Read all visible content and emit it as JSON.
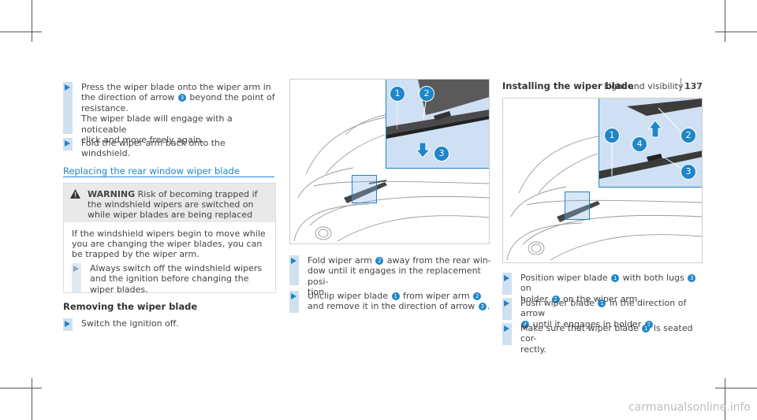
{
  "header": {
    "section": "Light and visibility",
    "page_number": "137"
  },
  "col1": {
    "step1": [
      "Press the wiper blade onto the wiper arm in",
      "the direction of arrow ",
      " beyond the point of",
      "resistance.",
      "The wiper blade will engage with a noticeable",
      "click and move freely again."
    ],
    "step1_num": "3",
    "step2": "Fold the wiper arm back onto the windshield.",
    "section_title": "Replacing the rear window wiper blade",
    "warning_label": "WARNING",
    "warning_text": [
      " Risk of becoming trapped if",
      "the windshield wipers are switched on",
      "while wiper blades are being replaced"
    ],
    "warning_body": [
      "If the windshield wipers begin to move while",
      "you are changing the wiper blades, you can",
      "be trapped by the wiper arm."
    ],
    "warning_step": [
      "Always switch off the windshield wipers",
      "and the ignition before changing the",
      "wiper blades."
    ],
    "removing_title": "Removing the wiper blade",
    "removing_step": "Switch the ignition off."
  },
  "col2": {
    "callouts": [
      "1",
      "2",
      "3"
    ],
    "step1_a": "Fold wiper arm ",
    "step1_num": "2",
    "step1_b": " away from the rear win-",
    "step1_c": "dow until it engages in the replacement posi-",
    "step1_d": "tion.",
    "step2_a": "Unclip wiper blade ",
    "step2_num1": "1",
    "step2_b": " from wiper arm ",
    "step2_num2": "2",
    "step2_c": "and remove it in the direction of arrow ",
    "step2_num3": "3",
    "step2_d": "."
  },
  "col3": {
    "title": "Installing the wiper blade",
    "callouts": [
      "1",
      "4",
      "2",
      "3"
    ],
    "s1_a": "Position wiper blade ",
    "s1_n1": "1",
    "s1_b": " with both lugs ",
    "s1_n2": "3",
    "s1_c": " on",
    "s1_d": "holder ",
    "s1_n3": "2",
    "s1_e": " on the wiper arm.",
    "s2_a": "Push wiper blade ",
    "s2_n1": "1",
    "s2_b": " in the direction of arrow",
    "s2_n2": "4",
    "s2_c": " until it engages in holder ",
    "s2_n3": "2",
    "s2_d": ".",
    "s3_a": "Make sure that wiper blade ",
    "s3_n1": "1",
    "s3_b": " is seated cor-",
    "s3_c": "rectly."
  },
  "watermark": "carmanualsonline.info",
  "colors": {
    "accent": "#1f86c8",
    "bar": "#cfe0f0",
    "inset": "#cfe0f4"
  }
}
